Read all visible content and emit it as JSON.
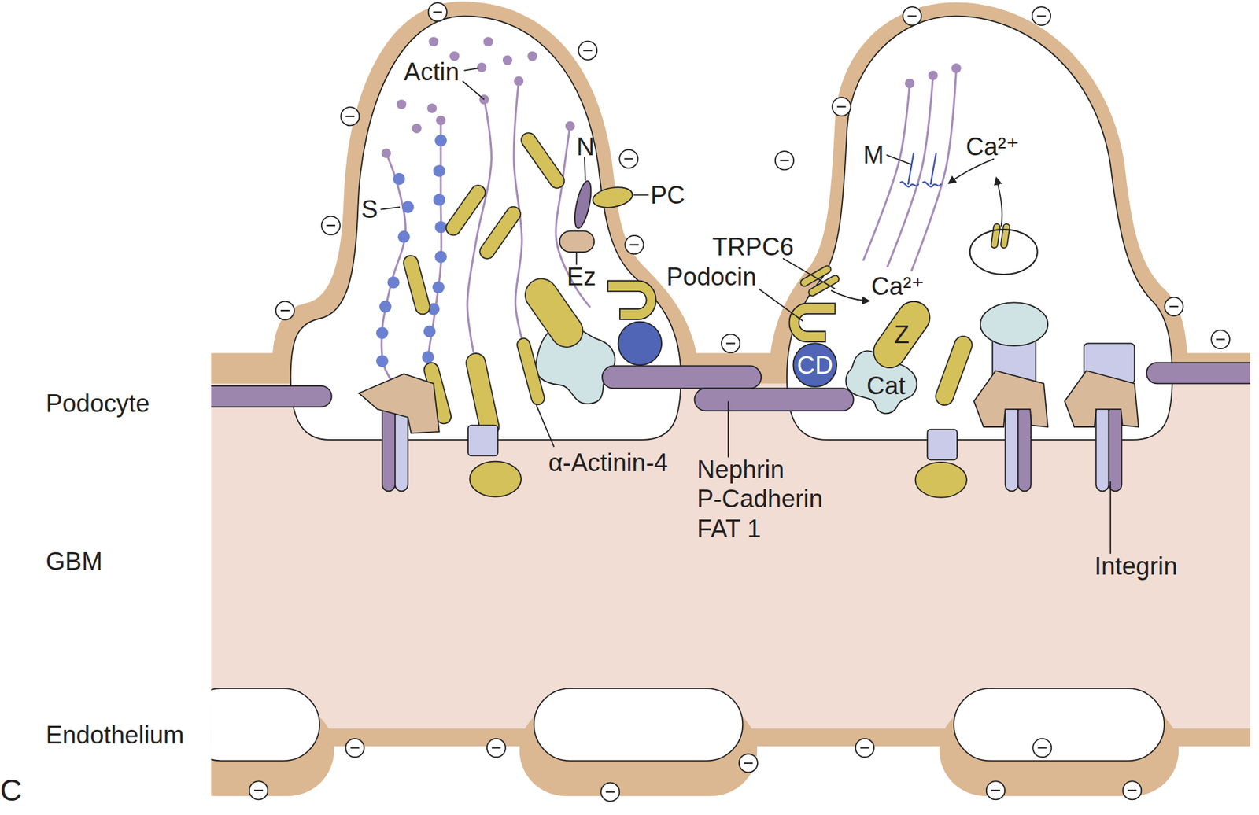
{
  "diagram": {
    "nodes": [
      {
        "text": [
          "Z"
        ]
      },
      {
        "text": [
          "CD"
        ]
      },
      {
        "text": [
          "Cat"
        ]
      }
    ],
    "labels": [
      "Actin",
      "M",
      "Ca²⁺",
      "N",
      "PC",
      "S",
      "TRPC6",
      "Ez",
      "Podocin",
      "Ca²⁺",
      "Podocyte",
      "α-Actinin-4",
      "Nephrin",
      "P-Cadherin",
      "FAT 1",
      "GBM",
      "Integrin",
      "Endothelium",
      "C"
    ]
  }
}
